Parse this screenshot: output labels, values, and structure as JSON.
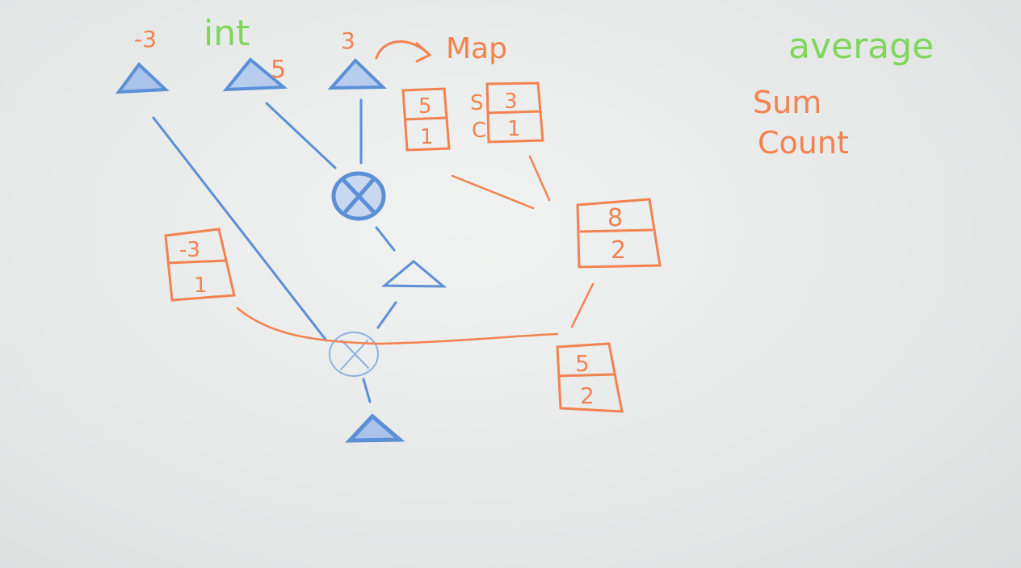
{
  "colors": {
    "blue": "#5b8fd6",
    "orange": "#f2824f",
    "green": "#7fd65b",
    "board": "#e9ecea"
  },
  "leaf_values": {
    "left": "-3",
    "middle": "5",
    "right": "3"
  },
  "labels": {
    "type": "int",
    "map": "Map",
    "average": "average",
    "sum": "Sum",
    "count": "Count"
  },
  "records": {
    "r1": {
      "sum": "5",
      "count": "1"
    },
    "r2": {
      "s_label": "S",
      "c_label": "C",
      "sum": "3",
      "count": "1"
    },
    "r3": {
      "sum": "8",
      "count": "2"
    },
    "r4": {
      "sum": "-3",
      "count": "1"
    },
    "r5": {
      "sum": "5",
      "count": "2"
    }
  }
}
